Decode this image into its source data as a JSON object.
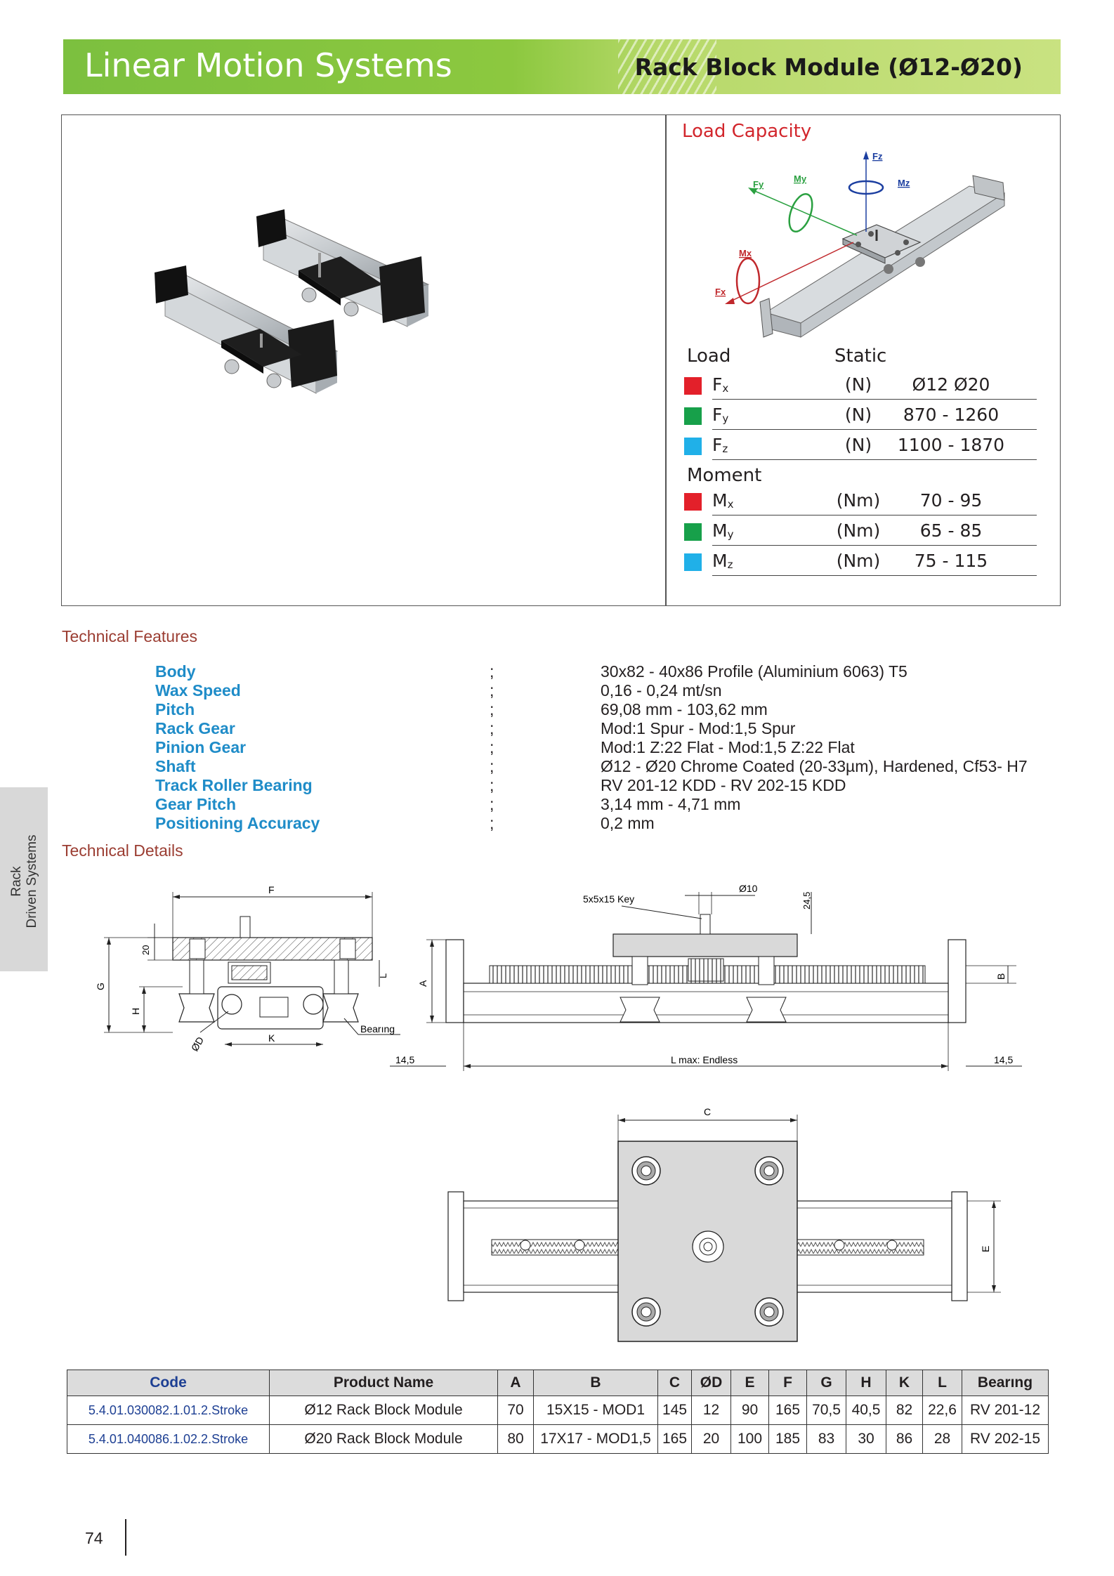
{
  "header": {
    "title": "Linear Motion Systems",
    "subtitle": "Rack Block Module (Ø12-Ø20)"
  },
  "load_capacity": {
    "title": "Load Capacity",
    "diagram_labels": {
      "fz": "Fz",
      "mz": "Mz",
      "fy": "Fy",
      "my": "My",
      "mx": "Mx",
      "fx": "Fx"
    },
    "load_heading": "Load",
    "static_heading": "Static",
    "moment_heading": "Moment",
    "loads": [
      {
        "symbol": "F",
        "sub": "x",
        "unit": "(N)",
        "value": "Ø12   Ø20",
        "color": "#e3202a"
      },
      {
        "symbol": "F",
        "sub": "y",
        "unit": "(N)",
        "value": "870 - 1260",
        "color": "#17a04a"
      },
      {
        "symbol": "F",
        "sub": "z",
        "unit": "(N)",
        "value": "1100 - 1870",
        "color": "#20b0e8"
      }
    ],
    "moments": [
      {
        "symbol": "M",
        "sub": "x",
        "unit": "(Nm)",
        "value": "70 - 95",
        "color": "#e3202a"
      },
      {
        "symbol": "M",
        "sub": "y",
        "unit": "(Nm)",
        "value": "65 - 85",
        "color": "#17a04a"
      },
      {
        "symbol": "M",
        "sub": "z",
        "unit": "(Nm)",
        "value": "75 - 115",
        "color": "#20b0e8"
      }
    ]
  },
  "technical_features": {
    "title": "Technical Features",
    "separator": ";",
    "items": [
      {
        "label": "Body",
        "value": "30x82  - 40x86 Profile (Aluminium 6063) T5"
      },
      {
        "label": "Wax Speed",
        "value": "0,16 - 0,24 mt/sn"
      },
      {
        "label": "Pitch",
        "value": "69,08 mm  - 103,62 mm"
      },
      {
        "label": "Rack Gear",
        "value": "Mod:1 Spur   -  Mod:1,5 Spur"
      },
      {
        "label": "Pinion Gear",
        "value": "Mod:1 Z:22 Flat    -    Mod:1,5 Z:22 Flat"
      },
      {
        "label": "Shaft",
        "value": "Ø12 - Ø20 Chrome Coated (20-33µm), Hardened, Cf53- H7"
      },
      {
        "label": "Track Roller Bearing",
        "value": "RV 201-12 KDD - RV 202-15 KDD"
      },
      {
        "label": "Gear Pitch",
        "value": "3,14 mm  - 4,71 mm"
      },
      {
        "label": "Positioning Accuracy",
        "value": "0,2 mm"
      }
    ]
  },
  "technical_details": {
    "title": "Technical Details",
    "drawing_labels": {
      "f": "F",
      "twenty": "20",
      "g": "G",
      "h": "H",
      "l": "L",
      "d": "ØD",
      "k": "K",
      "bearing": "Bearıng",
      "a": "A",
      "b": "B",
      "key": "5x5x15 Key",
      "d10": "Ø10",
      "d245": "24,5",
      "left_off": "14,5",
      "right_off": "14,5",
      "lmax": "L max: Endless",
      "c": "C",
      "e": "E"
    }
  },
  "side_tab": {
    "line1": "Rack",
    "line2": "Driven Systems"
  },
  "table": {
    "headers": [
      "Code",
      "Product Name",
      "A",
      "B",
      "C",
      "ØD",
      "E",
      "F",
      "G",
      "H",
      "K",
      "L",
      "Bearıng"
    ],
    "rows": [
      [
        "5.4.01.030082.1.01.2.Stroke",
        "Ø12 Rack Block Module",
        "70",
        "15X15 - MOD1",
        "145",
        "12",
        "90",
        "165",
        "70,5",
        "40,5",
        "82",
        "22,6",
        "RV 201-12"
      ],
      [
        "5.4.01.040086.1.02.2.Stroke",
        "Ø20 Rack Block Module",
        "80",
        "17X17 - MOD1,5",
        "165",
        "20",
        "100",
        "185",
        "83",
        "30",
        "86",
        "28",
        "RV  202-15"
      ]
    ]
  },
  "page_number": "74"
}
